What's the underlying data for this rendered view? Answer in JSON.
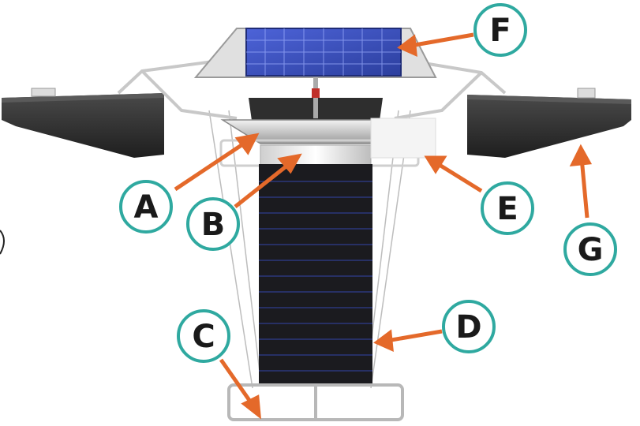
{
  "diagram": {
    "callouts": [
      {
        "id": "A",
        "label": "A"
      },
      {
        "id": "B",
        "label": "B"
      },
      {
        "id": "C",
        "label": "C"
      },
      {
        "id": "D",
        "label": "D"
      },
      {
        "id": "E",
        "label": "E"
      },
      {
        "id": "F",
        "label": "F"
      },
      {
        "id": "G",
        "label": "G"
      }
    ],
    "colors": {
      "callout_ring": "#2fa9a0",
      "arrow": "#e4692a",
      "float_body": "#2b2b2b",
      "curtain": "#1b1b1f",
      "curtain_stripe": "#3344aa",
      "solar_panel": "#3b52c4",
      "frame": "#b8b8b8"
    }
  }
}
